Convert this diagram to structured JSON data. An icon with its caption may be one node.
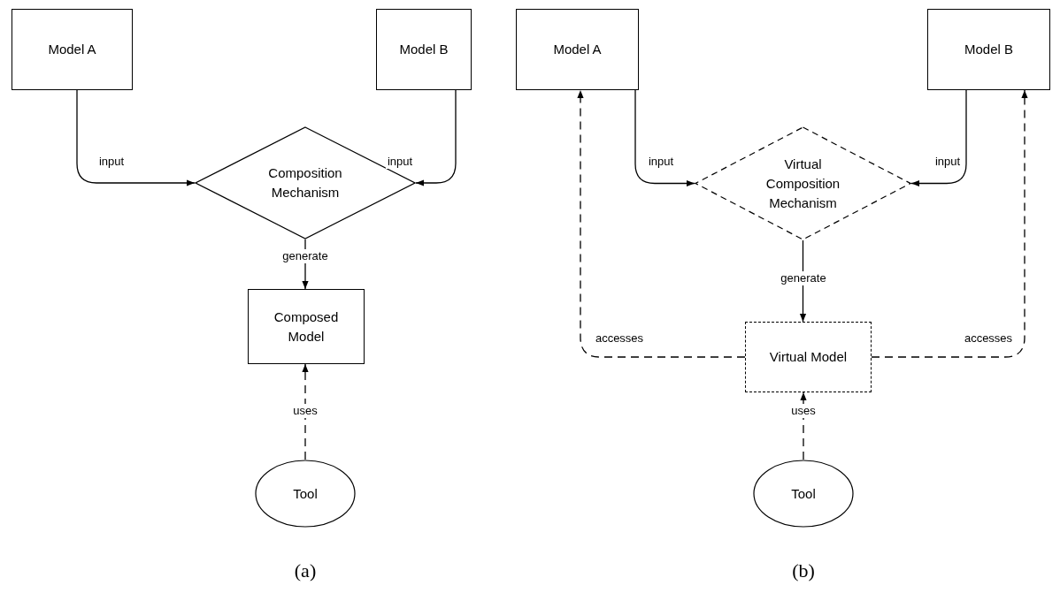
{
  "diagram": {
    "nodes": [
      {
        "text": [
          "Model A"
        ]
      },
      {
        "text": [
          "Model B"
        ]
      },
      {
        "text": [
          "Composition Mechanism"
        ]
      },
      {
        "text": [
          "Composed Model"
        ]
      },
      {
        "text": [
          "Tool"
        ]
      },
      {
        "text": [
          "Model A"
        ]
      },
      {
        "text": [
          "Model B"
        ]
      },
      {
        "text": [
          "Virtual Composition Mechanism"
        ]
      },
      {
        "text": [
          "Virtual Model"
        ]
      },
      {
        "text": [
          "Tool"
        ]
      }
    ],
    "edges": [
      {
        "from": 0,
        "to": 2,
        "arrow": "to",
        "label": "input"
      },
      {
        "from": 1,
        "to": 2,
        "arrow": "to",
        "label": "input"
      },
      {
        "from": 2,
        "to": 3,
        "arrow": "to",
        "label": "generate"
      },
      {
        "from": 4,
        "to": 3,
        "arrow": "to",
        "label": "uses",
        "style": "dashed"
      },
      {
        "from": 5,
        "to": 7,
        "arrow": "to",
        "label": "input"
      },
      {
        "from": 6,
        "to": 7,
        "arrow": "to",
        "label": "input"
      },
      {
        "from": 7,
        "to": 8,
        "arrow": "to",
        "label": "generate"
      },
      {
        "from": 8,
        "to": 5,
        "arrow": "to",
        "label": "accesses",
        "style": "dashed"
      },
      {
        "from": 8,
        "to": 6,
        "arrow": "to",
        "label": "accesses",
        "style": "dashed"
      },
      {
        "from": 9,
        "to": 8,
        "arrow": "to",
        "label": "uses",
        "style": "dashed"
      }
    ],
    "labels": [
      "(a)",
      "(b)"
    ]
  }
}
